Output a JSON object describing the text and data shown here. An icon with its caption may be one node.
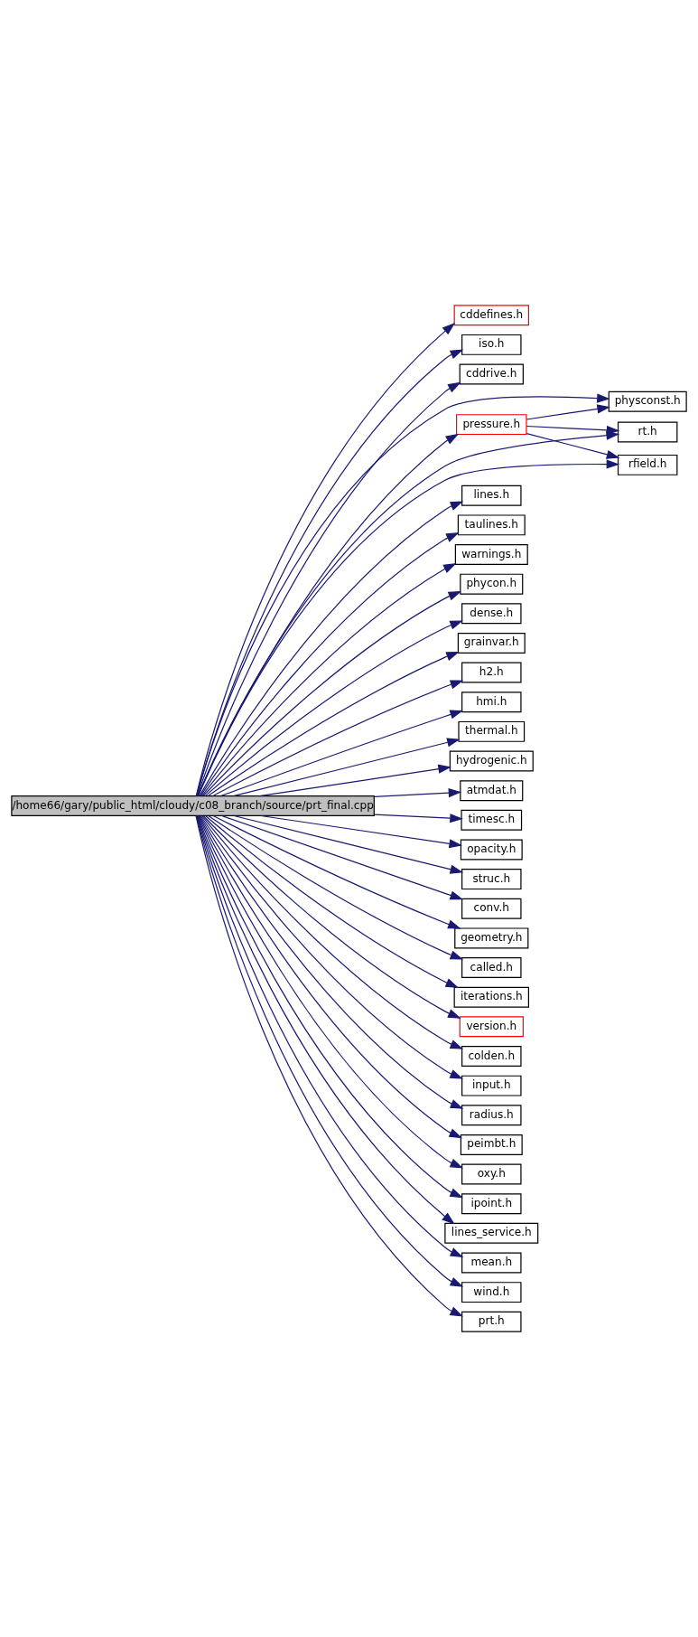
{
  "diagram": {
    "nodes": [
      {
        "text": [
          "/home66/gary/public_html/cloudy/c08_branch/source/prt_final.cpp"
        ]
      },
      {
        "text": [
          "cddefines.h"
        ]
      },
      {
        "text": [
          "iso.h"
        ]
      },
      {
        "text": [
          "cddrive.h"
        ]
      },
      {
        "text": [
          "physconst.h"
        ]
      },
      {
        "text": [
          "pressure.h"
        ]
      },
      {
        "text": [
          "rt.h"
        ]
      },
      {
        "text": [
          "rfield.h"
        ]
      },
      {
        "text": [
          "lines.h"
        ]
      },
      {
        "text": [
          "taulines.h"
        ]
      },
      {
        "text": [
          "warnings.h"
        ]
      },
      {
        "text": [
          "phycon.h"
        ]
      },
      {
        "text": [
          "dense.h"
        ]
      },
      {
        "text": [
          "grainvar.h"
        ]
      },
      {
        "text": [
          "h2.h"
        ]
      },
      {
        "text": [
          "hmi.h"
        ]
      },
      {
        "text": [
          "thermal.h"
        ]
      },
      {
        "text": [
          "hydrogenic.h"
        ]
      },
      {
        "text": [
          "atmdat.h"
        ]
      },
      {
        "text": [
          "timesc.h"
        ]
      },
      {
        "text": [
          "opacity.h"
        ]
      },
      {
        "text": [
          "struc.h"
        ]
      },
      {
        "text": [
          "conv.h"
        ]
      },
      {
        "text": [
          "geometry.h"
        ]
      },
      {
        "text": [
          "called.h"
        ]
      },
      {
        "text": [
          "iterations.h"
        ]
      },
      {
        "text": [
          "version.h"
        ]
      },
      {
        "text": [
          "colden.h"
        ]
      },
      {
        "text": [
          "input.h"
        ]
      },
      {
        "text": [
          "radius.h"
        ]
      },
      {
        "text": [
          "peimbt.h"
        ]
      },
      {
        "text": [
          "oxy.h"
        ]
      },
      {
        "text": [
          "ipoint.h"
        ]
      },
      {
        "text": [
          "lines_service.h"
        ]
      },
      {
        "text": [
          "mean.h"
        ]
      },
      {
        "text": [
          "wind.h"
        ]
      },
      {
        "text": [
          "prt.h"
        ]
      }
    ],
    "edges": [
      {
        "from": 0,
        "to": 1,
        "arrow": "to"
      },
      {
        "from": 0,
        "to": 2,
        "arrow": "to"
      },
      {
        "from": 0,
        "to": 3,
        "arrow": "to"
      },
      {
        "from": 0,
        "to": 4,
        "arrow": "to"
      },
      {
        "from": 0,
        "to": 5,
        "arrow": "to"
      },
      {
        "from": 5,
        "to": 4,
        "arrow": "to"
      },
      {
        "from": 5,
        "to": 6,
        "arrow": "to"
      },
      {
        "from": 5,
        "to": 7,
        "arrow": "to"
      },
      {
        "from": 0,
        "to": 6,
        "arrow": "to"
      },
      {
        "from": 0,
        "to": 7,
        "arrow": "to"
      },
      {
        "from": 0,
        "to": 8,
        "arrow": "to"
      },
      {
        "from": 0,
        "to": 9,
        "arrow": "to"
      },
      {
        "from": 0,
        "to": 10,
        "arrow": "to"
      },
      {
        "from": 0,
        "to": 11,
        "arrow": "to"
      },
      {
        "from": 0,
        "to": 12,
        "arrow": "to"
      },
      {
        "from": 0,
        "to": 13,
        "arrow": "to"
      },
      {
        "from": 0,
        "to": 14,
        "arrow": "to"
      },
      {
        "from": 0,
        "to": 15,
        "arrow": "to"
      },
      {
        "from": 0,
        "to": 16,
        "arrow": "to"
      },
      {
        "from": 0,
        "to": 17,
        "arrow": "to"
      },
      {
        "from": 0,
        "to": 18,
        "arrow": "to"
      },
      {
        "from": 0,
        "to": 19,
        "arrow": "to"
      },
      {
        "from": 0,
        "to": 20,
        "arrow": "to"
      },
      {
        "from": 0,
        "to": 21,
        "arrow": "to"
      },
      {
        "from": 0,
        "to": 22,
        "arrow": "to"
      },
      {
        "from": 0,
        "to": 23,
        "arrow": "to"
      },
      {
        "from": 0,
        "to": 24,
        "arrow": "to"
      },
      {
        "from": 0,
        "to": 25,
        "arrow": "to"
      },
      {
        "from": 0,
        "to": 26,
        "arrow": "to"
      },
      {
        "from": 0,
        "to": 27,
        "arrow": "to"
      },
      {
        "from": 0,
        "to": 28,
        "arrow": "to"
      },
      {
        "from": 0,
        "to": 29,
        "arrow": "to"
      },
      {
        "from": 0,
        "to": 30,
        "arrow": "to"
      },
      {
        "from": 0,
        "to": 31,
        "arrow": "to"
      },
      {
        "from": 0,
        "to": 32,
        "arrow": "to"
      },
      {
        "from": 0,
        "to": 33,
        "arrow": "to"
      },
      {
        "from": 0,
        "to": 34,
        "arrow": "to"
      },
      {
        "from": 0,
        "to": 35,
        "arrow": "to"
      },
      {
        "from": 0,
        "to": 36,
        "arrow": "to"
      }
    ]
  }
}
